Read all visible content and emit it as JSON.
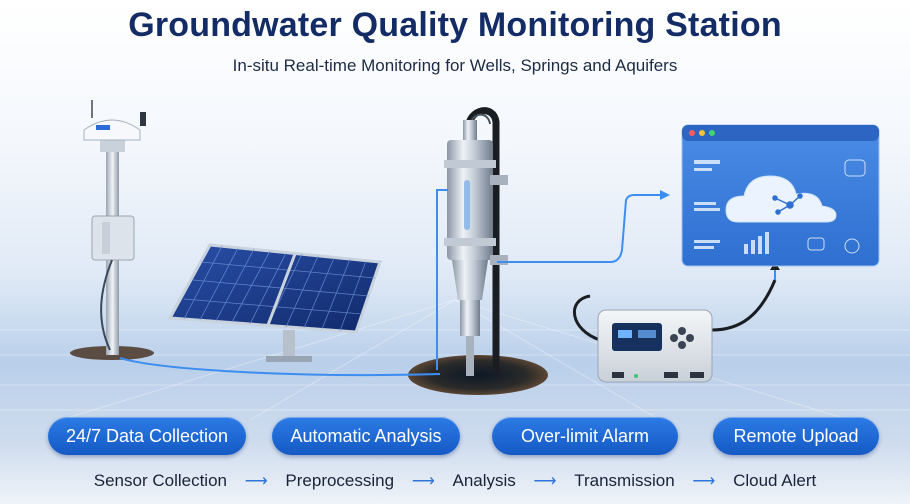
{
  "header": {
    "title": "Groundwater Quality Monitoring Station",
    "subtitle": "In-situ Real-time Monitoring for Wells, Springs and Aquifers"
  },
  "features": [
    {
      "label": "24/7 Data Collection"
    },
    {
      "label": "Automatic Analysis"
    },
    {
      "label": "Over-limit Alarm"
    },
    {
      "label": "Remote Upload"
    }
  ],
  "flow": {
    "steps": [
      "Sensor Collection",
      "Preprocessing",
      "Analysis",
      "Transmission",
      "Cloud Alert"
    ]
  },
  "colors": {
    "title": "#142c66",
    "accent": "#1c68d6",
    "connector": "#3d8ef0",
    "dashboard": "#3d7fde"
  },
  "icons": [
    "weather-mast-icon",
    "solar-panel-icon",
    "water-probe-icon",
    "data-logger-icon",
    "cloud-dashboard-icon",
    "flow-arrow-icon"
  ]
}
